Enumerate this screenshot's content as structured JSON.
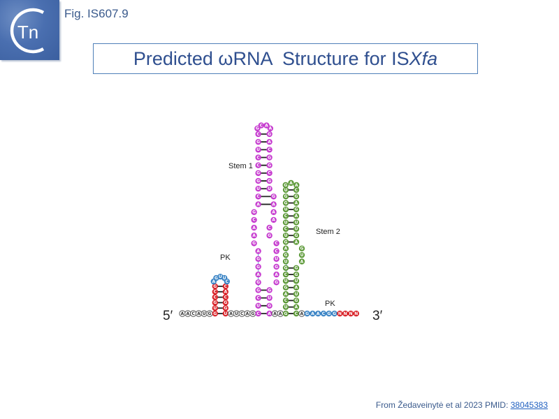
{
  "header": {
    "logo_text": "Tn",
    "fig_label": "Fig. IS607.9",
    "title_prefix": "Predicted ωRNA  Structure for IS",
    "title_italic": "Xfa"
  },
  "labels": {
    "stem1": "Stem 1",
    "stem2": "Stem 2",
    "pk_top": "PK",
    "pk_bottom": "PK",
    "five_prime": "5′",
    "three_prime": "3′"
  },
  "colors": {
    "gray": "#8a8a8a",
    "red": "#d9262c",
    "blue": "#3d86c6",
    "magenta": "#c63ccf",
    "green": "#5e9a3a",
    "pair_line": "#222222",
    "long_pair": "#6fa6d6"
  },
  "structure": {
    "leader_5prime": [
      "A",
      "A",
      "C",
      "A",
      "U",
      "G"
    ],
    "pk_hairpin": {
      "left_stem": [
        "G",
        "U",
        "G",
        "C",
        "C",
        "G"
      ],
      "loop": [
        "A",
        "G",
        "U",
        "U",
        "C"
      ],
      "right_stem": [
        "C",
        "A",
        "C",
        "G",
        "G",
        "U"
      ]
    },
    "linker1": [
      "A",
      "U",
      "C",
      "A",
      "G"
    ],
    "stem1": {
      "left": [
        "C",
        "U",
        "C",
        "G",
        "G",
        "A",
        "G",
        "G",
        "A",
        "G",
        "A",
        "A",
        "C",
        "G",
        "A",
        "C",
        "U",
        "G",
        "G",
        "C",
        "C",
        "U",
        "G",
        "C"
      ],
      "loop": [
        "G",
        "C",
        "A",
        "A"
      ],
      "right": [
        "G",
        "A",
        "C",
        "G",
        "G",
        "C",
        "G",
        "U",
        "G",
        "A",
        "A",
        "A",
        "C",
        "G",
        "C",
        "C",
        "U",
        "G",
        "A",
        "G",
        "G",
        "U",
        "G",
        "A",
        "C",
        "U",
        "G",
        "C",
        "C"
      ]
    },
    "linker2": [
      "A",
      "A"
    ],
    "stem2": {
      "left": [
        "G",
        "U",
        "C",
        "A",
        "G",
        "U",
        "C",
        "G",
        "U",
        "G",
        "A",
        "G",
        "U",
        "C",
        "U",
        "C",
        "U",
        "G",
        "G",
        "U"
      ],
      "loop": [
        "G",
        "A",
        "A"
      ],
      "right": [
        "C",
        "G",
        "A",
        "G",
        "A",
        "U",
        "U",
        "G",
        "A",
        "G",
        "U",
        "A",
        "G",
        "G",
        "U",
        "A",
        "U",
        "G",
        "A",
        "C"
      ]
    },
    "linker3": [
      "A"
    ],
    "pk_3prime": [
      "G",
      "A",
      "A",
      "C",
      "G",
      "G"
    ],
    "trailer_3prime": [
      "N",
      "N",
      "N",
      "N"
    ]
  },
  "citation": {
    "text": "From Žedaveinytė et al 2023 PMID: ",
    "link_text": "38045383"
  }
}
